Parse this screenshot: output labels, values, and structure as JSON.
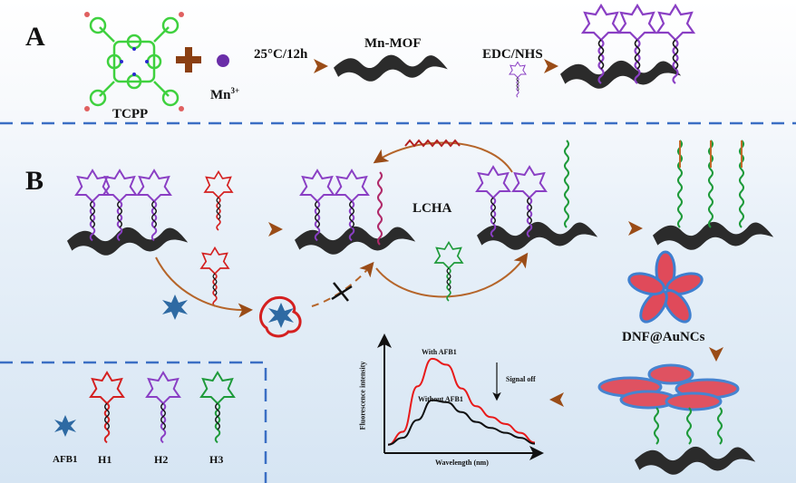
{
  "panel_a": {
    "label": "A",
    "reactant_1": "TCPP",
    "reactant_2": "Mn",
    "reactant_2_charge": "3+",
    "plus_sign": "+",
    "step_1_condition": "25°C/12h",
    "product_1": "Mn-MOF",
    "step_2_condition": "EDC/NHS"
  },
  "panel_b": {
    "label": "B",
    "cycle_label": "LCHA",
    "nanoflower_label": "DNF@AuNCs",
    "inhibited_marker": "×"
  },
  "legend": {
    "items": [
      {
        "label": "AFB1",
        "icon": "star-aggregate-icon",
        "color": "#2e6aa3"
      },
      {
        "label": "H1",
        "icon": "hairpin-icon",
        "color": "#d42020"
      },
      {
        "label": "H2",
        "icon": "hairpin-icon",
        "color": "#8a3fc4"
      },
      {
        "label": "H3",
        "icon": "hairpin-icon",
        "color": "#1e9a3a"
      }
    ]
  },
  "chart_data": {
    "type": "line",
    "title": "",
    "xlabel": "Wavelength (nm)",
    "ylabel": "Fluorescence intensity",
    "xlim": [
      0,
      10
    ],
    "ylim": [
      0,
      10
    ],
    "grid": false,
    "annotations": [
      "Signal off"
    ],
    "series": [
      {
        "name": "With AFB1",
        "color": "#e81a1a",
        "x": [
          0,
          1,
          2,
          3,
          4,
          5,
          6,
          7,
          8,
          9,
          10
        ],
        "y": [
          0.3,
          1.6,
          6.2,
          9.0,
          8.4,
          6.0,
          4.2,
          3.1,
          2.4,
          1.5,
          0.5
        ]
      },
      {
        "name": "Without AFB1",
        "color": "#111111",
        "x": [
          0,
          1,
          2,
          3,
          4,
          5,
          6,
          7,
          8,
          9,
          10
        ],
        "y": [
          0.3,
          1.0,
          2.8,
          4.8,
          4.6,
          3.6,
          2.6,
          2.0,
          1.5,
          1.0,
          0.4
        ]
      }
    ]
  },
  "colors": {
    "arrow": "#b5652a",
    "divider": "#3b6fc4",
    "mof_sheet": "#2b2b2b",
    "h1": "#d42020",
    "h2": "#8a3fc4",
    "h3": "#1e9a3a",
    "afb1": "#2e6aa3",
    "tcpp": "#3fd13f",
    "mn_ion": "#6a2ea8"
  }
}
